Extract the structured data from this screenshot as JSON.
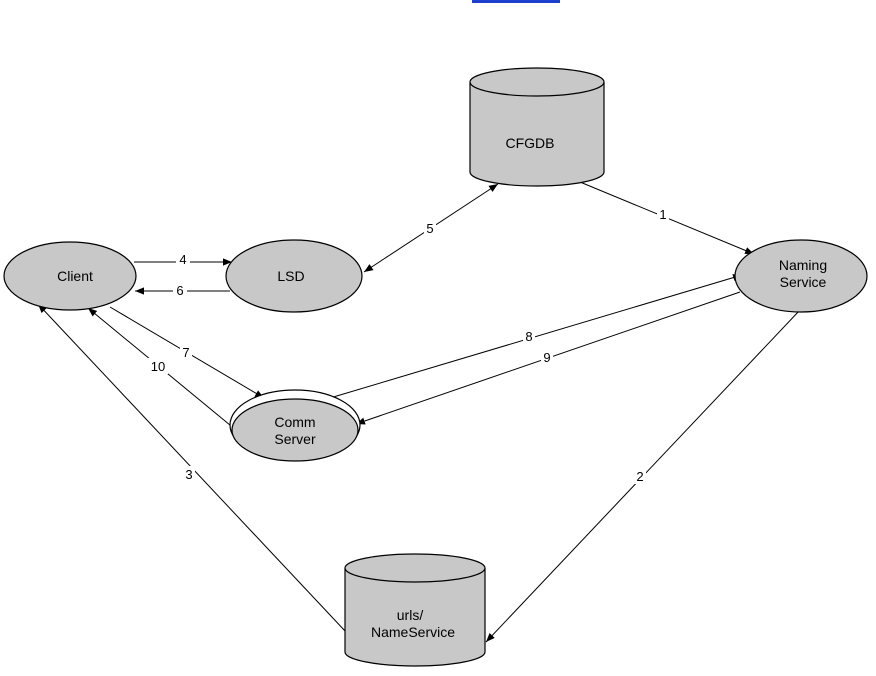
{
  "colors": {
    "node_fill": "#c8c8c8",
    "stroke": "#000000",
    "link_blue": "#1f3fcf"
  },
  "nodes": {
    "cfgdb": {
      "label": "CFGDB"
    },
    "client": {
      "label": "Client"
    },
    "lsd": {
      "label": "LSD"
    },
    "naming": {
      "line1": "Naming",
      "line2": "Service"
    },
    "comm": {
      "line1": "Comm",
      "line2": "Server"
    },
    "urls": {
      "line1": "urls/",
      "line2": "NameService"
    }
  },
  "edges": {
    "e1": "1",
    "e2": "2",
    "e3": "3",
    "e4": "4",
    "e5": "5",
    "e6": "6",
    "e7": "7",
    "e8": "8",
    "e9": "9",
    "e10": "10"
  }
}
